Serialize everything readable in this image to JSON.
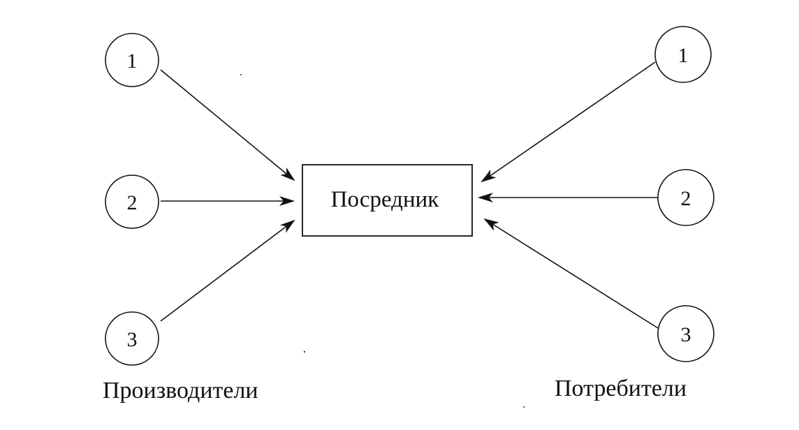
{
  "diagram": {
    "intermediary": {
      "label": "Посредник"
    },
    "producers": {
      "label": "Производители",
      "nodes": [
        {
          "label": "1"
        },
        {
          "label": "2"
        },
        {
          "label": "3"
        }
      ]
    },
    "consumers": {
      "label": "Потребители",
      "nodes": [
        {
          "label": "1"
        },
        {
          "label": "2"
        },
        {
          "label": "3"
        }
      ]
    },
    "edges": [
      {
        "from": "producers.1",
        "to": "intermediary"
      },
      {
        "from": "producers.2",
        "to": "intermediary"
      },
      {
        "from": "producers.3",
        "to": "intermediary"
      },
      {
        "from": "consumers.1",
        "to": "intermediary"
      },
      {
        "from": "consumers.2",
        "to": "intermediary"
      },
      {
        "from": "consumers.3",
        "to": "intermediary"
      }
    ],
    "colors": {
      "stroke": "#111111",
      "background": "#ffffff"
    }
  }
}
